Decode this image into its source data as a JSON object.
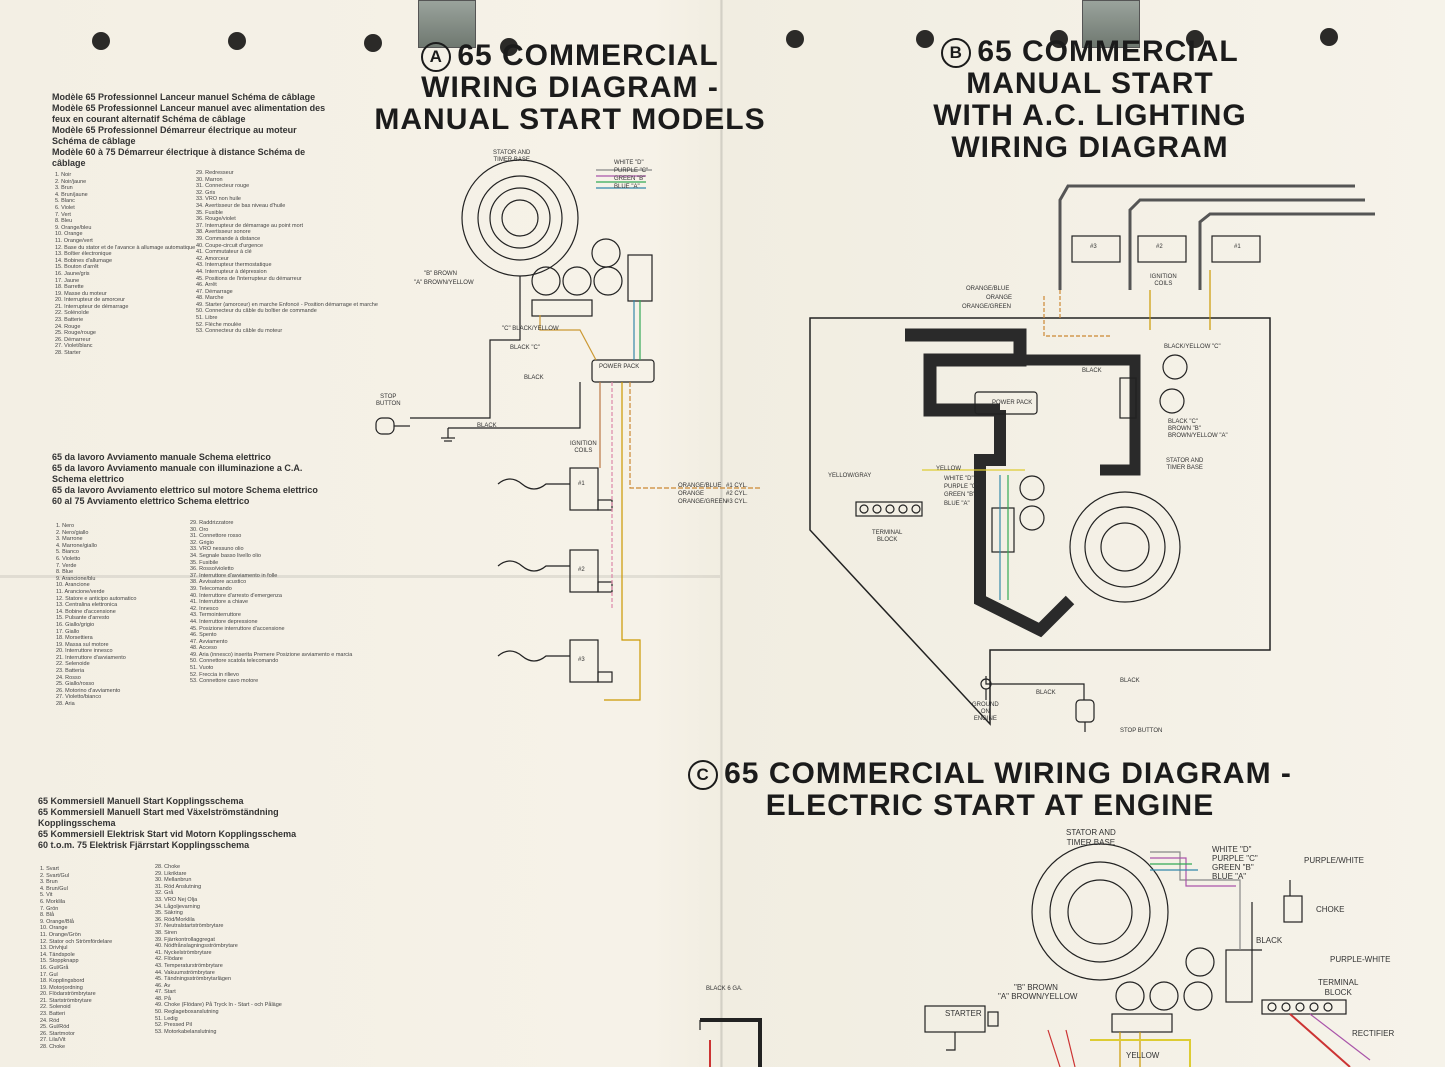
{
  "diagram_a": {
    "mark": "A",
    "title": [
      "65 COMMERCIAL",
      "WIRING DIAGRAM -",
      "MANUAL START MODELS"
    ],
    "labels": {
      "stator": "STATOR AND\nTIMER BASE",
      "white_d": "WHITE \"D\"",
      "purple_c": "PURPLE \"C\"",
      "green_b": "GREEN \"B\"",
      "blue_a": "BLUE \"A\"",
      "b_brown": "\"B\" BROWN",
      "a_brown_yellow": "\"A\" BROWN/YELLOW",
      "c_black_yellow": "\"C\" BLACK/YELLOW",
      "black_c": "BLACK \"C\"",
      "black": "BLACK",
      "power_pack": "POWER PACK",
      "stop_button": "STOP\nBUTTON",
      "black_ground": "BLACK",
      "ignition_coils": "IGNITION\nCOILS",
      "orange_blue": "ORANGE/BLUE",
      "orange": "ORANGE",
      "orange_green": "ORANGE/GREEN",
      "cyl1": "#1 CYL.",
      "cyl2": "#2 CYL.",
      "cyl3": "#3 CYL.",
      "coil1": "#1",
      "coil2": "#2",
      "coil3": "#3"
    }
  },
  "diagram_b": {
    "mark": "B",
    "title": [
      "65 COMMERCIAL",
      "MANUAL START",
      "WITH A.C. LIGHTING",
      "WIRING DIAGRAM"
    ],
    "labels": {
      "orange_blue": "ORANGE/BLUE",
      "orange": "ORANGE",
      "orange_green": "ORANGE/GREEN",
      "ignition_coils": "IGNITION\nCOILS",
      "black_yellow_c": "BLACK/YELLOW \"C\"",
      "black": "BLACK",
      "power_pack": "POWER PACK",
      "black_c": "BLACK \"C\"",
      "brown_b": "BROWN \"B\"",
      "brown_yellow_a": "BROWN/YELLOW \"A\"",
      "stator": "STATOR AND\nTIMER BASE",
      "yellow_gray": "YELLOW/GRAY",
      "yellow": "YELLOW",
      "white_d": "WHITE \"D\"",
      "purple_c": "PURPLE \"C\"",
      "green_b": "GREEN \"B\"",
      "blue_a": "BLUE \"A\"",
      "terminal_block": "TERMINAL\nBLOCK",
      "black_ground": "BLACK",
      "black2": "BLACK",
      "ground_on_engine": "GROUND\nON\nENGINE",
      "stop_button": "STOP BUTTON",
      "coil1": "#1",
      "coil2": "#2",
      "coil3": "#3"
    }
  },
  "diagram_c": {
    "mark": "C",
    "title": [
      "65 COMMERCIAL WIRING DIAGRAM -",
      "ELECTRIC START AT ENGINE"
    ],
    "labels": {
      "stator": "STATOR AND\nTIMER BASE",
      "white_d": "WHITE \"D\"",
      "purple_c": "PURPLE \"C\"",
      "green_b": "GREEN \"B\"",
      "blue_a": "BLUE \"A\"",
      "purple_white": "PURPLE/WHITE",
      "choke": "CHOKE",
      "black": "BLACK",
      "purple_white2": "PURPLE-WHITE",
      "terminal_block": "TERMINAL\nBLOCK",
      "b_brown": "\"B\" BROWN",
      "a_brown_yellow": "\"A\" BROWN/YELLOW",
      "starter": "STARTER",
      "black_6ga": "BLACK 6 GA.",
      "rectifier": "RECTIFIER",
      "yellow": "YELLOW"
    }
  },
  "captions": {
    "french": [
      "Modèle 65 Professionnel Lanceur manuel Schéma de câblage",
      "Modèle 65 Professionnel Lanceur manuel avec alimentation des feux en courant alternatif Schéma de câblage",
      "Modèle 65 Professionnel Démarreur électrique au moteur Schéma de câblage",
      "Modèle 60 à 75 Démarreur électrique à distance Schéma de câblage"
    ],
    "italian": [
      "65 da lavoro Avviamento manuale Schema elettrico",
      "65 da lavoro Avviamento manuale con illuminazione a C.A. Schema elettrico",
      "65 da lavoro Avviamento elettrico sul motore Schema elettrico",
      "60 al 75 Avviamento elettrico Schema elettrico"
    ],
    "swedish": [
      "65 Kommersiell Manuell Start Kopplingsschema",
      "65 Kommersiell Manuell Start med Växelströmständning Kopplingsschema",
      "65 Kommersiell Elektrisk Start vid Motorn Kopplingsschema",
      "60 t.o.m. 75 Elektrisk Fjärrstart Kopplingsschema"
    ]
  },
  "legends": {
    "french_left": [
      "1. Noir",
      "2. Noir/jaune",
      "3. Brun",
      "4. Brun/jaune",
      "5. Blanc",
      "6. Violet",
      "7. Vert",
      "8. Bleu",
      "9. Orange/bleu",
      "10. Orange",
      "11. Orange/vert",
      "12. Base du stator et de l'avance à allumage automatique",
      "13. Boîtier électronique",
      "14. Bobines d'allumage",
      "15. Bouton d'arrêt",
      "16. Jaune/gris",
      "17. Jaune",
      "18. Barrette",
      "19. Masse du moteur",
      "20. Interrupteur de amorceur",
      "21. Interrupteur de démarrage",
      "22. Solénoïde",
      "23. Batterie",
      "24. Rouge",
      "25. Rouge/rouge",
      "26. Démarreur",
      "27. Violet/blanc",
      "28. Starter"
    ],
    "french_right": [
      "29. Redresseur",
      "30. Marron",
      "31. Connecteur rouge",
      "32. Gris",
      "33. VRO non huile",
      "34. Avertisseur de bas niveau d'huile",
      "35. Fusible",
      "36. Rouge/violet",
      "37. Interrupteur de démarrage au point mort",
      "38. Avertisseur sonore",
      "39. Commande à distance",
      "40. Coupe-circuit d'urgence",
      "41. Commutateur à clé",
      "42. Amorceur",
      "43. Interrupteur thermostatique",
      "44. Interrupteur à dépression",
      "45. Positions de l'interrupteur du démarreur",
      "46. Arrêt",
      "47. Démarrage",
      "48. Marche",
      "49. Starter (amorceur) en marche Enfoncé - Position démarrage et marche",
      "50. Connecteur du câble du boîtier de commande",
      "51. Libre",
      "52. Flèche moulée",
      "53. Connecteur du câble du moteur"
    ],
    "italian_left": [
      "1. Nero",
      "2. Nero/giallo",
      "3. Marrone",
      "4. Marrone/giallo",
      "5. Bianco",
      "6. Violetto",
      "7. Verde",
      "8. Blue",
      "9. Arancione/blu",
      "10. Arancione",
      "11. Arancione/verde",
      "12. Statore e anticipo automatico",
      "13. Centralina elettronica",
      "14. Bobine d'accensione",
      "15. Pulsante d'arresto",
      "16. Giallo/grigio",
      "17. Giallo",
      "18. Morsettiera",
      "19. Massa sul motore",
      "20. Interruttore innesco",
      "21. Interruttore d'avviamento",
      "22. Selenoide",
      "23. Batteria",
      "24. Rosso",
      "25. Giallo/rosso",
      "26. Motorino d'avviamento",
      "27. Violetto/bianco",
      "28. Aria"
    ],
    "italian_right": [
      "29. Raddrizzatore",
      "30. Oro",
      "31. Connettore rosso",
      "32. Grigio",
      "33. VRO nessuno olio",
      "34. Segnale basso livello olio",
      "35. Fusibile",
      "36. Rosso/violetto",
      "37. Interruttore d'avviamento in folle",
      "38. Avvisatore acustico",
      "39. Telecomando",
      "40. Interruttore d'arresto d'emergenza",
      "41. Interruttore a chiave",
      "42. Innesco",
      "43. Termointerruttore",
      "44. Interruttore depressione",
      "45. Posizione interruttore d'accensione",
      "46. Spento",
      "47. Avviamento",
      "48. Acceso",
      "49. Aria (innesco) inserita Premere Posizione avviamento e marcia",
      "50. Connettore scatola telecomando",
      "51. Vuoto",
      "52. Freccia in rilievo",
      "53. Connettore cavo motore"
    ],
    "swedish_left": [
      "1. Svart",
      "2. Svart/Gul",
      "3. Brun",
      "4. Brun/Gul",
      "5. Vit",
      "6. Morklila",
      "7. Grön",
      "8. Blå",
      "9. Orange/Blå",
      "10. Orange",
      "11. Orange/Grön",
      "12. Stator och Strömfördelare",
      "13. Drivhjul",
      "14. Tändspole",
      "15. Stoppknapp",
      "16. Gul/Grå",
      "17. Gul",
      "18. Kopplingsbord",
      "19. Motorjordning",
      "20. Flödarströmbrytare",
      "21. Startströmbrytare",
      "22. Solenoid",
      "23. Batteri",
      "24. Röd",
      "25. Gul/Röd",
      "26. Startmotor",
      "27. Lila/Vit",
      "28. Choke"
    ],
    "swedish_right": [
      "28. Choke",
      "29. Likriktare",
      "30. Mellanbrun",
      "31. Röd Anslutning",
      "32. Grå",
      "33. VRO Nej Olja",
      "34. Lågoljevarning",
      "35. Säkring",
      "36. Röd/Morklila",
      "37. Neutralstartströmbrytare",
      "38. Siren",
      "39. Fjärrkontrollaggregat",
      "40. Nödfrånslagningsströmbrytare",
      "41. Nyckelströmbrytare",
      "42. Flödare",
      "43. Temperaturströmbrytare",
      "44. Vakuumströmbrytare",
      "45. Tändningsströmbrytarlägen",
      "46. Av",
      "47. Start",
      "48. På",
      "49. Choke (Flödare) På Tryck In - Start - och Påläge",
      "50. Reglageboxanslutning",
      "51. Ledig",
      "52. Pressed Pil",
      "53. Motorkabelanslutning"
    ]
  }
}
